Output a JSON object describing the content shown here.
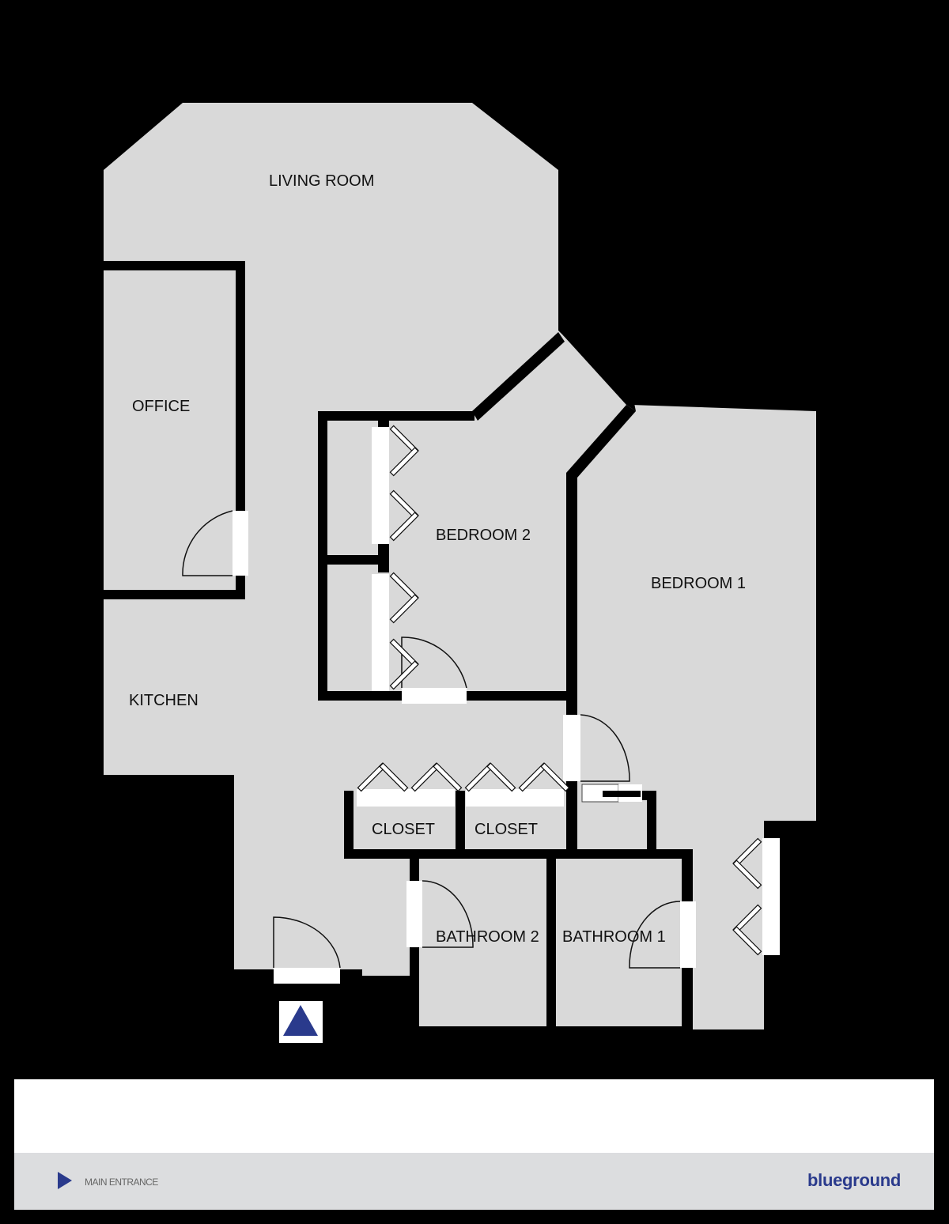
{
  "rooms": {
    "living_room": "LIVING ROOM",
    "office": "OFFICE",
    "kitchen": "KITCHEN",
    "bedroom_2": "BEDROOM 2",
    "bedroom_1": "BEDROOM 1",
    "closet_a": "CLOSET",
    "closet_b": "CLOSET",
    "bathroom_2": "BATHROOM 2",
    "bathroom_1": "BATHROOM 1"
  },
  "legend": {
    "main_entrance_label": "MAIN ENTRANCE",
    "brand": "blueground"
  },
  "colors": {
    "background": "#000000",
    "floor": "#d9d9d9",
    "wall": "#000000",
    "opening": "#ffffff",
    "accent": "#2a3a8c",
    "legend_bar": "#dcdddf"
  }
}
